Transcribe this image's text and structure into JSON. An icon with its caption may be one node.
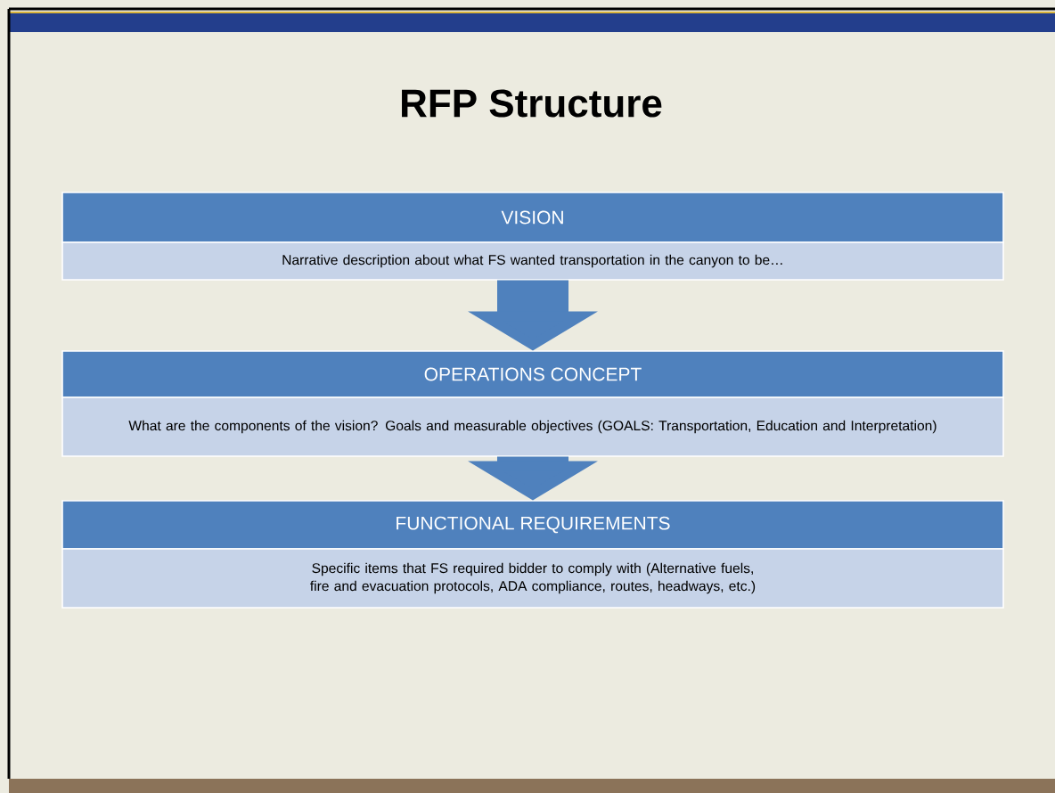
{
  "diagram": {
    "title": "RFP Structure",
    "nodes": [
      {
        "text": [
          "VISION",
          "Narrative description about what FS wanted transportation in the canyon to be…"
        ]
      },
      {
        "text": [
          "OPERATIONS CONCEPT",
          "What are the components of the vision? Goals and measurable objectives (GOALS: Transportation, Education and Interpretation)"
        ]
      },
      {
        "text": [
          "FUNCTIONAL REQUIREMENTS",
          "Specific items that FS required bidder to comply with (Alternative fuels, fire and evacuation protocols, ADA compliance, routes, headways, etc.)"
        ]
      }
    ],
    "edges": [
      {
        "from": 0,
        "to": 1,
        "arrow": "to"
      },
      {
        "from": 1,
        "to": 2,
        "arrow": "to"
      }
    ]
  }
}
